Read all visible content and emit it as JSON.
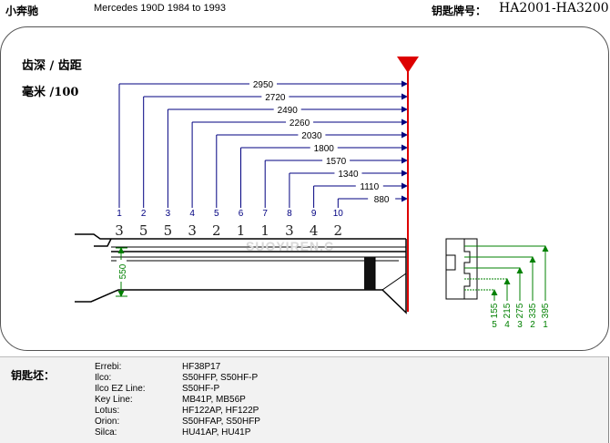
{
  "header": {
    "brand": "小奔驰",
    "model": "Mercedes 190D 1984 to 1993",
    "range_label": "钥匙牌号：",
    "range_value": "HA2001-HA3200"
  },
  "panel": {
    "depth_label": "齿深 / 齿距",
    "unit_label": "毫米 /100"
  },
  "spacing": {
    "positions": [
      "1",
      "2",
      "3",
      "4",
      "5",
      "6",
      "7",
      "8",
      "9",
      "10"
    ],
    "distances": [
      "2950",
      "2720",
      "2490",
      "2260",
      "2030",
      "1800",
      "1570",
      "1340",
      "1110",
      "880"
    ]
  },
  "cuts": [
    "3",
    "5",
    "5",
    "3",
    "2",
    "1",
    "1",
    "3",
    "4",
    "2"
  ],
  "blade_width": "550",
  "depth_table": {
    "depths": [
      "155",
      "215",
      "275",
      "335",
      "395"
    ],
    "numbers": [
      "5",
      "4",
      "3",
      "2",
      "1"
    ]
  },
  "watermark": "SUOYIREN.C",
  "blanks": {
    "title": "钥匙坯：",
    "rows": [
      {
        "brand": "Errebi:",
        "code": "HF38P17"
      },
      {
        "brand": "Ilco:",
        "code": "S50HFP, S50HF-P"
      },
      {
        "brand": "Ilco EZ Line:",
        "code": "S50HF-P"
      },
      {
        "brand": "Key Line:",
        "code": "MB41P, MB56P"
      },
      {
        "brand": "Lotus:",
        "code": "HF122AP, HF122P"
      },
      {
        "brand": "Orion:",
        "code": "S50HFAP, S50HFP"
      },
      {
        "brand": "Silca:",
        "code": "HU41AP, HU41P"
      }
    ]
  },
  "colors": {
    "dimension": "#000080",
    "depth_green": "#008000",
    "stop_red": "#dd0000"
  }
}
